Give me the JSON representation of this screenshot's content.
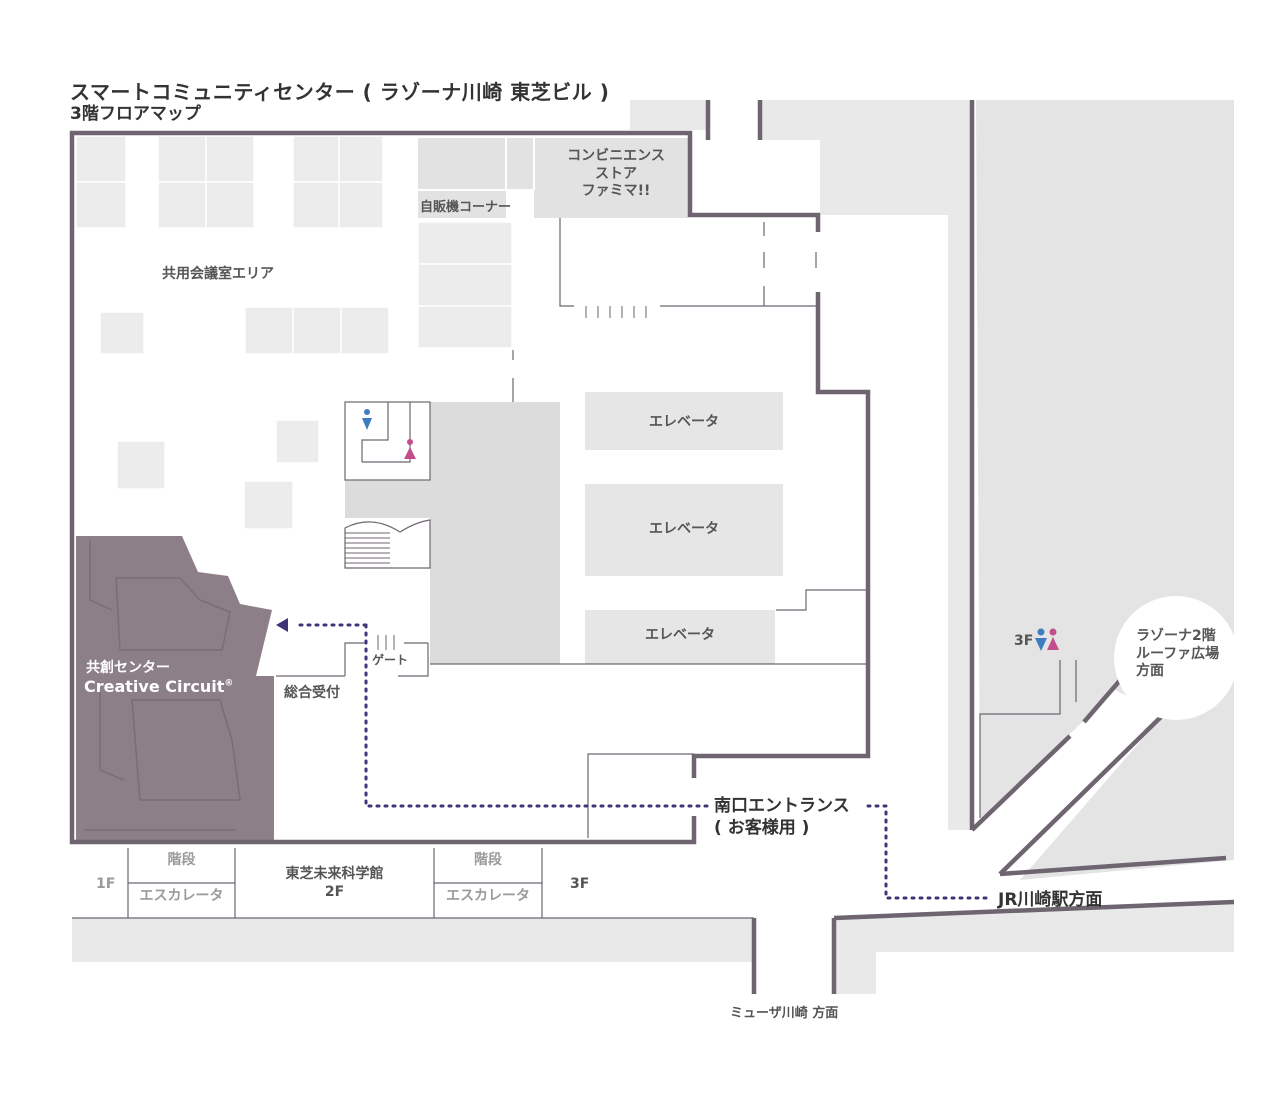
{
  "title": "スマートコミュニティセンター ( ラゾーナ川崎 東芝ビル )",
  "subtitle": "3階フロアマップ",
  "labels": {
    "meeting_area": "共用会議室エリア",
    "vending": "自販機コーナー",
    "convenience_lines": [
      "コンビニエンス",
      "ストア",
      "ファミマ!!"
    ],
    "elevator_1": "エレベータ",
    "elevator_2": "エレベータ",
    "elevator_3": "エレベータ",
    "gate": "ゲート",
    "co_creation_ja": "共創センター",
    "co_creation_en": "Creative Circuit",
    "registered_mark": "®",
    "reception": "総合受付",
    "south_entrance": "南口エントランス",
    "south_entrance_note": "( お客様用 )",
    "jr_direction": "JR川崎駅方面",
    "muza_direction": "ミューザ川崎 方面",
    "lazona_lines": [
      "ラゾーナ2階",
      "ルーファ広場",
      "方面"
    ],
    "floor_3f_toilet": "3F",
    "floor_1f": "1F",
    "stairs_1": "階段",
    "escalator_1": "エスカレータ",
    "museum_lines": [
      "東芝未来科学館",
      "2F"
    ],
    "stairs_2": "階段",
    "escalator_2": "エスカレータ",
    "floor_3f": "3F"
  },
  "colors": {
    "wall": "#6e6570",
    "room": "#ececed",
    "block": "#dcdcdd",
    "feature": "#8c7f87",
    "route": "#3e3577",
    "male": "#3e7bc0",
    "female": "#c44e8c"
  },
  "icons": [
    "male-toilet-icon",
    "female-toilet-icon",
    "direction-arrow-icon"
  ]
}
